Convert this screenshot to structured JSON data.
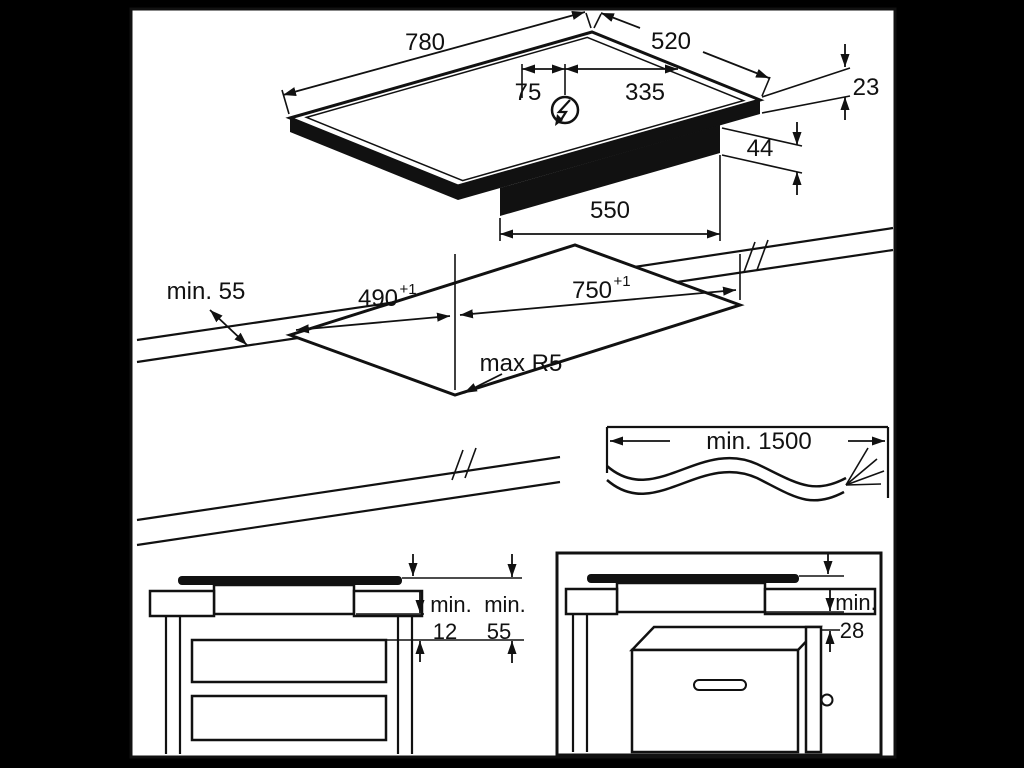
{
  "colors": {
    "ink": "#111111",
    "paper": "#ffffff",
    "backdrop": "#000000"
  },
  "hob_top_view": {
    "width_mm": "780",
    "depth_mm": "520",
    "cord_left_mm": "75",
    "cord_right_mm": "335",
    "rim_height_mm": "23",
    "body_height_mm": "44",
    "body_width_mm": "550"
  },
  "worktop_cutout": {
    "back_clearance": "min. 55",
    "depth_mm": "490",
    "depth_tolerance": "+1",
    "width_mm": "750",
    "width_tolerance": "+1",
    "corner_radius": "max R5"
  },
  "power_cable": {
    "length": "min. 1500"
  },
  "drawer_installation": {
    "gap_min_label": "min.",
    "gap_value": "12",
    "clearance_min_label": "min.",
    "clearance_value": "55"
  },
  "oven_installation": {
    "gap_min_label": "min.",
    "gap_value": "28"
  }
}
